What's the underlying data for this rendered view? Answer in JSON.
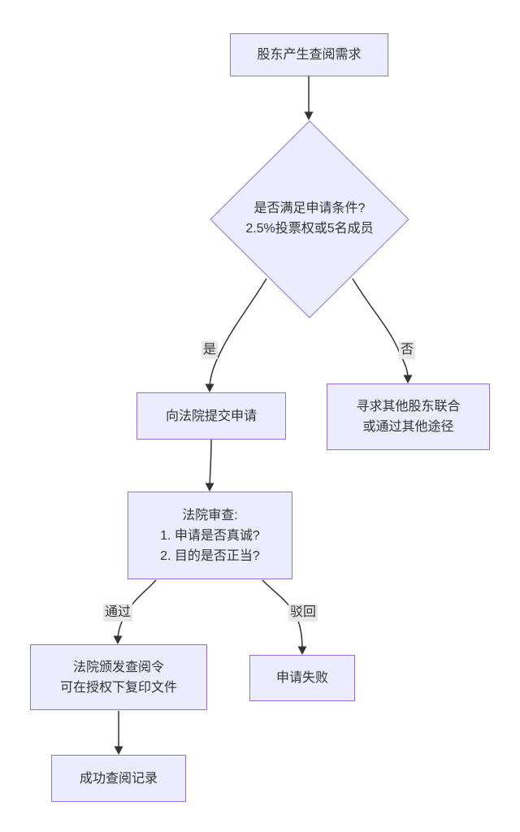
{
  "diagram": {
    "type": "flowchart",
    "direction": "top-down",
    "colors": {
      "background": "#ffffff",
      "node_fill": "#ECECFF",
      "node_border": "#9370DB",
      "edge": "#333333",
      "text": "#333333",
      "edge_label_bg": "#e8e8e8"
    },
    "nodes": {
      "start": {
        "shape": "rect",
        "lines": [
          "股东产生查阅需求"
        ]
      },
      "condition": {
        "shape": "diamond",
        "lines": [
          "是否满足申请条件?",
          "2.5%投票权或5名成员"
        ]
      },
      "submit": {
        "shape": "rect",
        "lines": [
          "向法院提交申请"
        ]
      },
      "seek": {
        "shape": "rect",
        "lines": [
          "寻求其他股东联合",
          "或通过其他途径"
        ]
      },
      "review": {
        "shape": "rect",
        "lines": [
          "法院审查:",
          "1. 申请是否真诚?",
          "2. 目的是否正当?"
        ]
      },
      "order": {
        "shape": "rect",
        "lines": [
          "法院颁发查阅令",
          "可在授权下复印文件"
        ]
      },
      "fail": {
        "shape": "rect",
        "lines": [
          "申请失败"
        ]
      },
      "success": {
        "shape": "rect",
        "lines": [
          "成功查阅记录"
        ]
      }
    },
    "edge_labels": {
      "yes": "是",
      "no": "否",
      "pass": "通过",
      "reject": "驳回"
    },
    "edges": [
      {
        "from": "start",
        "to": "condition",
        "label": ""
      },
      {
        "from": "condition",
        "to": "submit",
        "label": "是"
      },
      {
        "from": "condition",
        "to": "seek",
        "label": "否"
      },
      {
        "from": "submit",
        "to": "review",
        "label": ""
      },
      {
        "from": "review",
        "to": "order",
        "label": "通过"
      },
      {
        "from": "review",
        "to": "fail",
        "label": "驳回"
      },
      {
        "from": "order",
        "to": "success",
        "label": ""
      }
    ]
  }
}
